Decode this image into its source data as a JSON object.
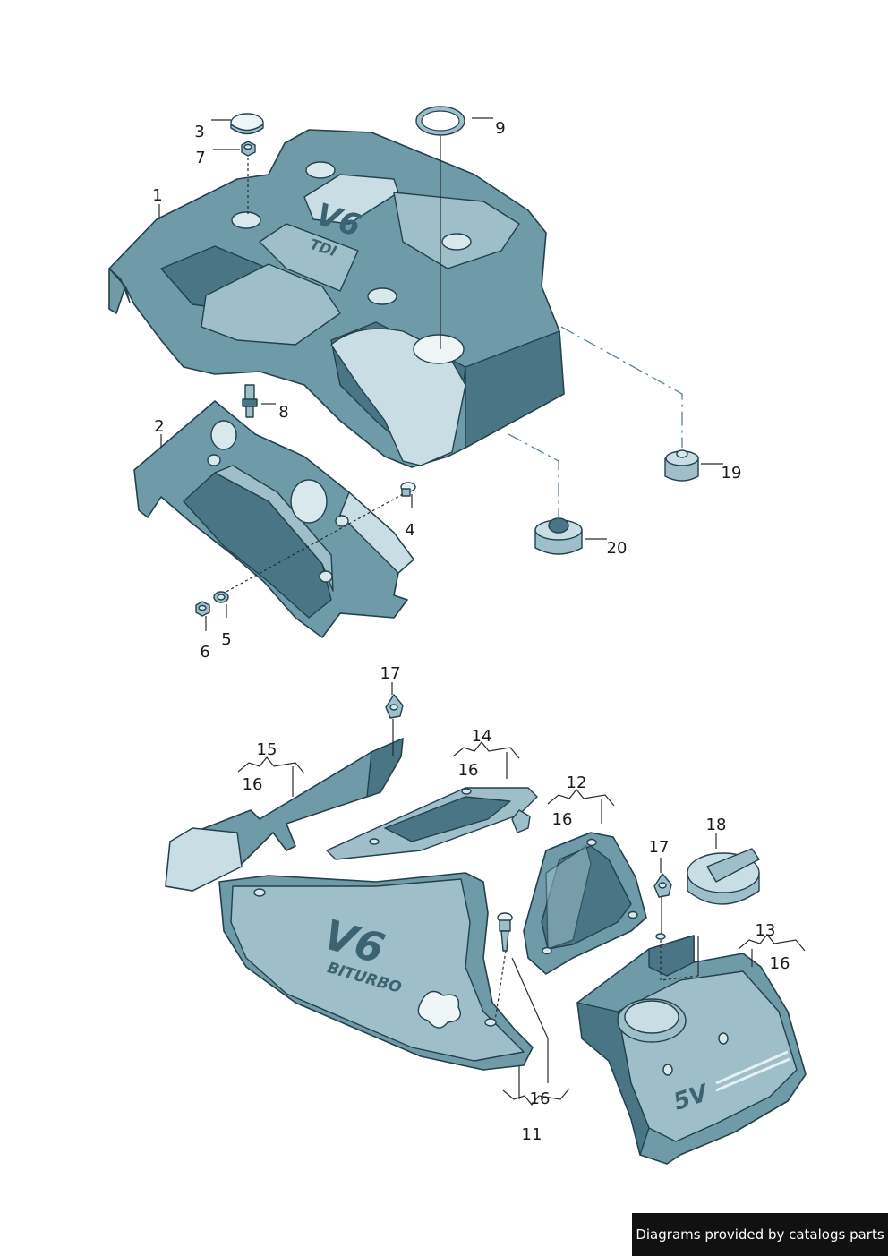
{
  "callouts": {
    "c1": "1",
    "c2": "2",
    "c3": "3",
    "c4": "4",
    "c5": "5",
    "c6": "6",
    "c7": "7",
    "c8": "8",
    "c9": "9",
    "c19": "19",
    "c20": "20",
    "c17a": "17",
    "c17b": "17",
    "c15": "15",
    "c15sub": "16",
    "c14": "14",
    "c14sub": "16",
    "c12": "12",
    "c12sub": "16",
    "c18": "18",
    "c13": "13",
    "c13sub": "16",
    "c11": "11",
    "c11sub": "16"
  },
  "logos": {
    "tdi_v6": "V6",
    "tdi_text": "TDI",
    "biturbo_v6": "V6",
    "biturbo_text": "BITURBO",
    "fivev": "5V"
  },
  "footer": {
    "text": "Diagrams provided by catalogs parts"
  },
  "colors": {
    "part_fill": "#6f9aa8",
    "part_outline": "#22414d",
    "footer_bg": "#111111"
  }
}
